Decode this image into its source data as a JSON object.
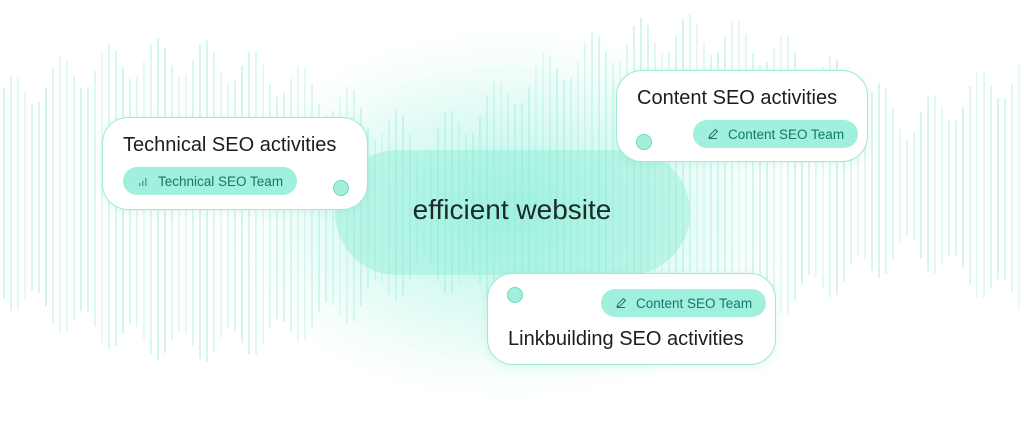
{
  "center_label": "efficient website",
  "cards": [
    {
      "title": "Technical SEO activities",
      "badge": "Technical SEO Team",
      "icon": "signal-bars-icon"
    },
    {
      "title": "Content SEO activities",
      "badge": "Content SEO Team",
      "icon": "pencil-icon"
    },
    {
      "title": "Linkbuilding SEO activities",
      "badge": "Content SEO Team",
      "icon": "pencil-icon"
    }
  ],
  "colors": {
    "accent": "#9ff0dc",
    "accent_text": "#14786a",
    "stripe": "#bff3e6"
  }
}
